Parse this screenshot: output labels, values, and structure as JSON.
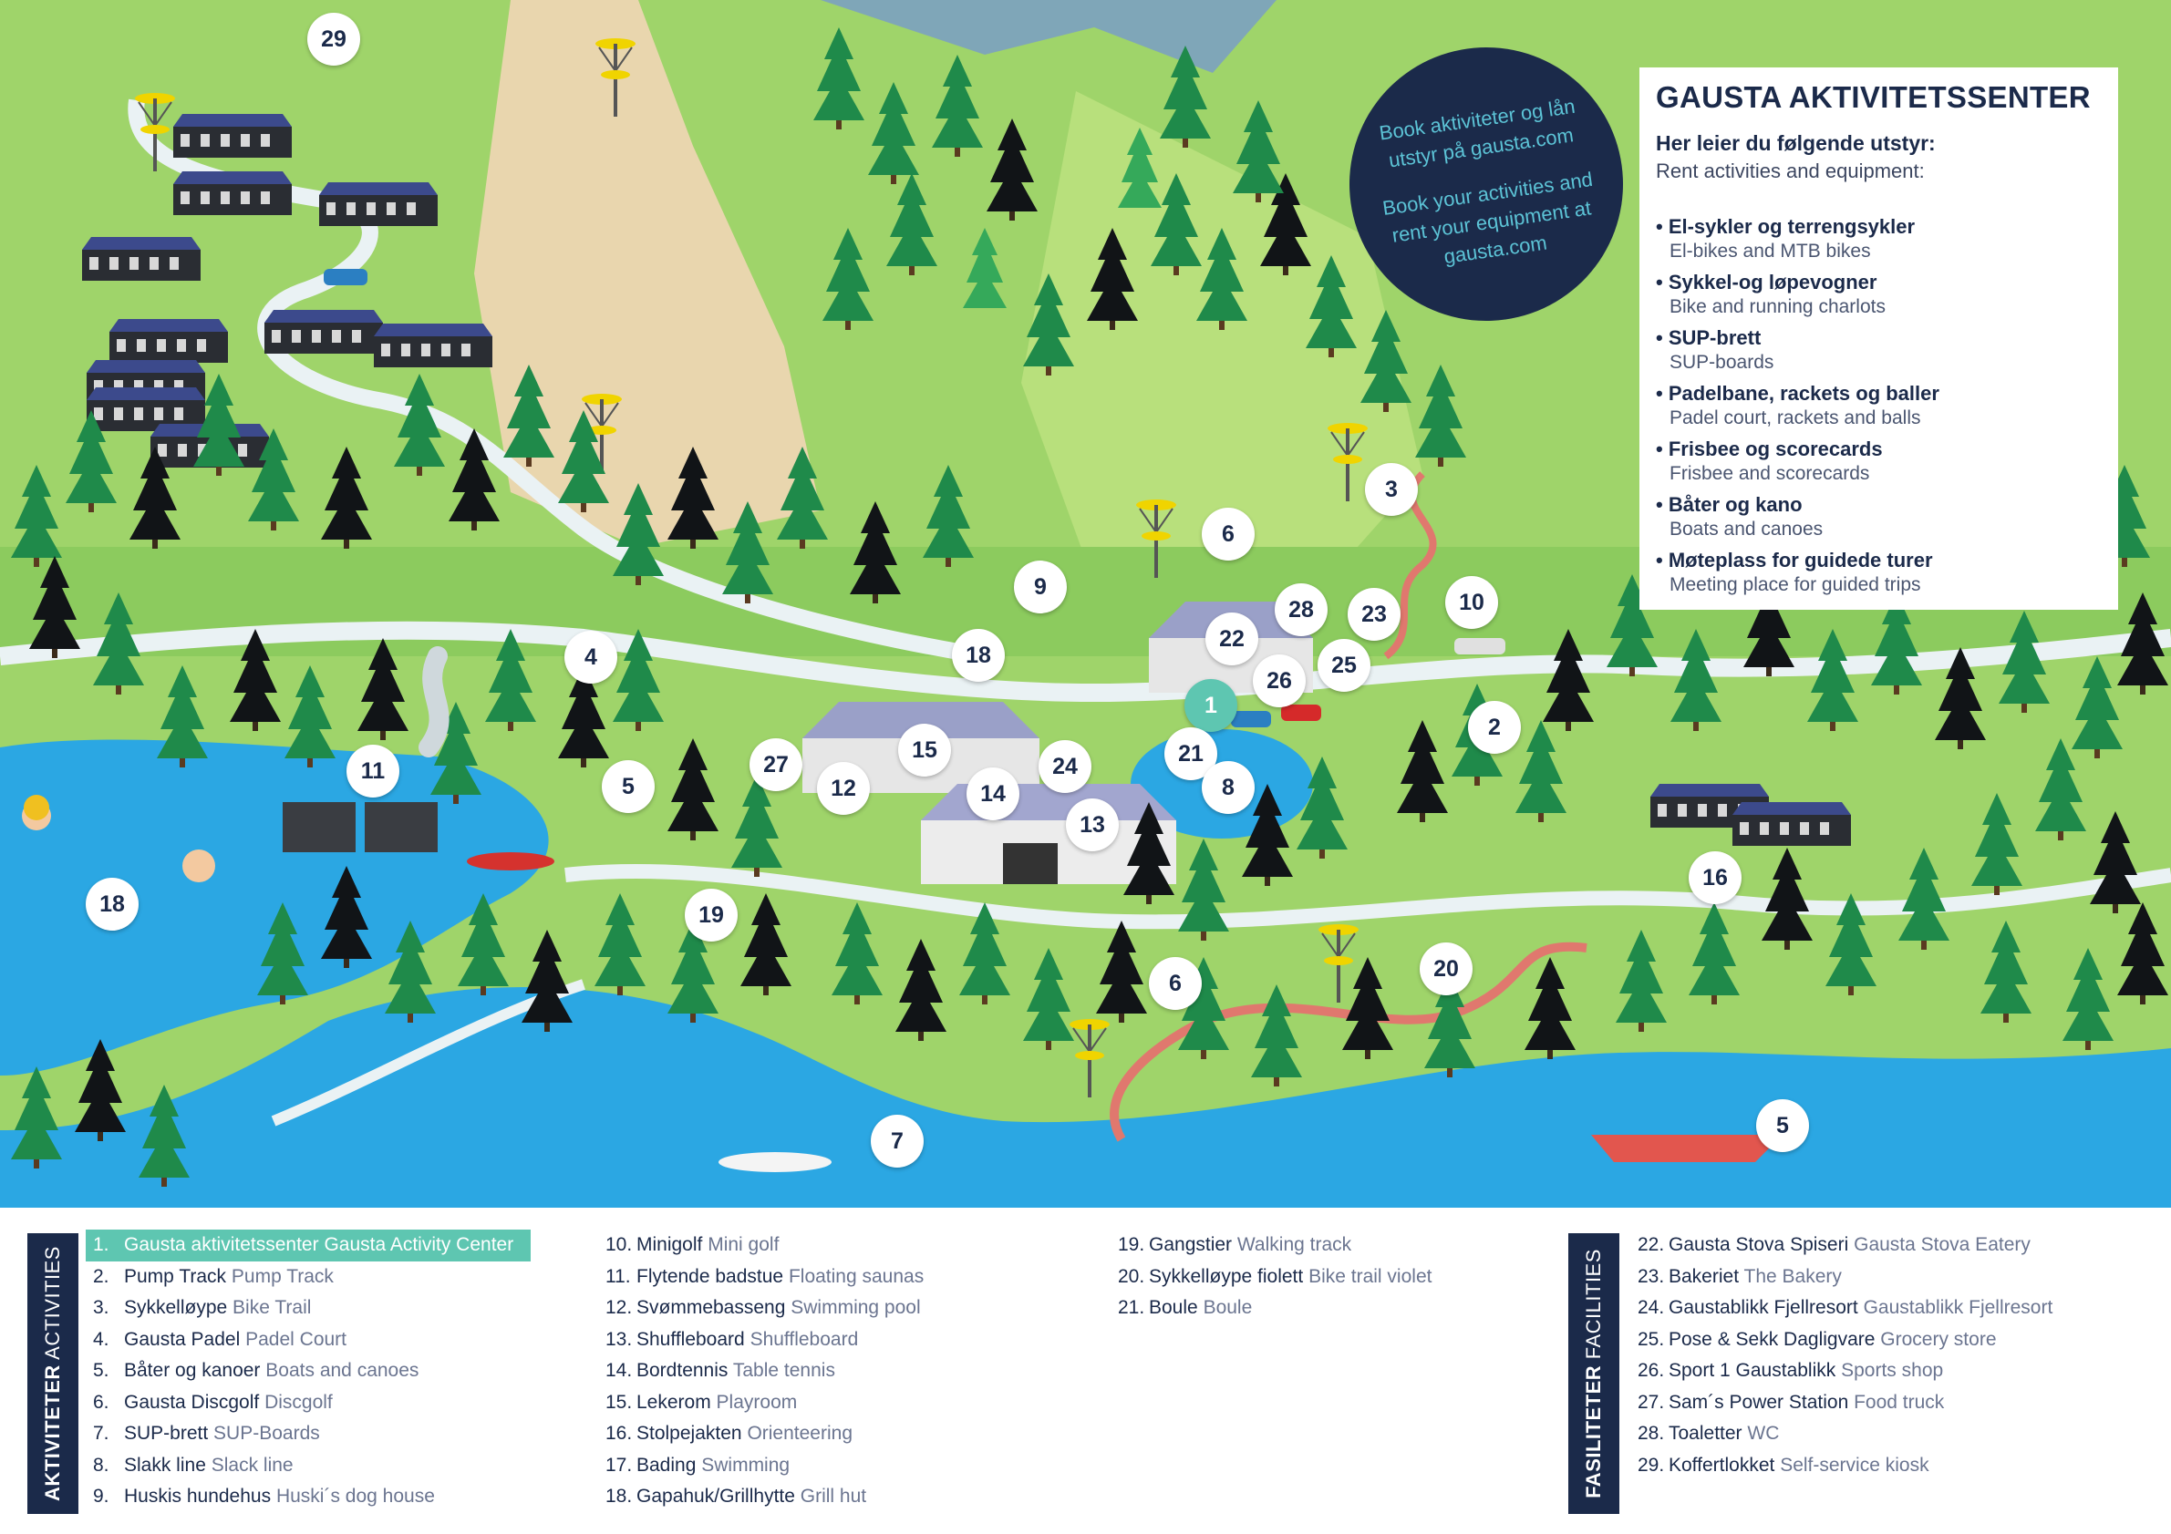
{
  "book_circle": {
    "no": "Book aktiviteter og lån utstyr på gausta.com",
    "en": "Book your activities and rent your equipment at gausta.com"
  },
  "info_box": {
    "title": "GAUSTA AKTIVITETSSENTER",
    "sub_no": "Her leier du følgende utstyr:",
    "sub_en": "Rent activities and equipment:",
    "items": [
      {
        "no": "• El-sykler og terrengsykler",
        "en": "El-bikes and MTB bikes"
      },
      {
        "no": "• Sykkel-og løpevogner",
        "en": "Bike and running charlots"
      },
      {
        "no": "• SUP-brett",
        "en": "SUP-boards"
      },
      {
        "no": "• Padelbane, rackets og baller",
        "en": "Padel court, rackets and balls"
      },
      {
        "no": "• Frisbee og scorecards",
        "en": "Frisbee and scorecards"
      },
      {
        "no": "• Båter og kano",
        "en": "Boats and canoes"
      },
      {
        "no": "• Møteplass for guidede turer",
        "en": "Meeting place for guided trips"
      }
    ]
  },
  "map_markers": [
    "29",
    "3",
    "6",
    "9",
    "18",
    "28",
    "22",
    "23",
    "10",
    "4",
    "26",
    "25",
    "1",
    "2",
    "11",
    "27",
    "15",
    "21",
    "5",
    "12",
    "14",
    "24",
    "8",
    "13",
    "18",
    "19",
    "16",
    "6",
    "20",
    "7",
    "5"
  ],
  "legend": {
    "activities_label_bold": "AKTIVITETER",
    "activities_label": "ACTIVITIES",
    "facilities_label_bold": "FASILITETER",
    "facilities_label": "FACILITIES",
    "col1": [
      {
        "n": "1.",
        "no": "Gausta aktivitetssenter",
        "en": "Gausta Activity Center"
      },
      {
        "n": "2.",
        "no": "Pump Track",
        "en": "Pump Track"
      },
      {
        "n": "3.",
        "no": "Sykkelløype",
        "en": "Bike Trail"
      },
      {
        "n": "4.",
        "no": "Gausta Padel",
        "en": "Padel Court"
      },
      {
        "n": "5.",
        "no": "Båter og kanoer",
        "en": "Boats and canoes"
      },
      {
        "n": "6.",
        "no": "Gausta Discgolf",
        "en": "Discgolf"
      },
      {
        "n": "7.",
        "no": "SUP-brett",
        "en": "SUP-Boards"
      },
      {
        "n": "8.",
        "no": "Slakk line",
        "en": "Slack line"
      },
      {
        "n": "9.",
        "no": "Huskis hundehus",
        "en": "Huski´s dog house"
      }
    ],
    "col2": [
      {
        "n": "10.",
        "no": "Minigolf",
        "en": "Mini golf"
      },
      {
        "n": "11.",
        "no": "Flytende badstue",
        "en": "Floating saunas"
      },
      {
        "n": "12.",
        "no": "Svømmebasseng",
        "en": "Swimming pool"
      },
      {
        "n": "13.",
        "no": "Shuffleboard",
        "en": "Shuffleboard"
      },
      {
        "n": "14.",
        "no": "Bordtennis",
        "en": "Table tennis"
      },
      {
        "n": "15.",
        "no": "Lekerom",
        "en": "Playroom"
      },
      {
        "n": "16.",
        "no": "Stolpejakten",
        "en": "Orienteering"
      },
      {
        "n": "17.",
        "no": "Bading",
        "en": "Swimming"
      },
      {
        "n": "18.",
        "no": "Gapahuk/Grillhytte",
        "en": "Grill hut"
      }
    ],
    "col3": [
      {
        "n": "19.",
        "no": "Gangstier",
        "en": "Walking track"
      },
      {
        "n": "20.",
        "no": "Sykkelløype fiolett",
        "en": "Bike trail violet"
      },
      {
        "n": "21.",
        "no": "Boule",
        "en": "Boule"
      }
    ],
    "col4": [
      {
        "n": "22.",
        "no": "Gausta Stova Spiseri",
        "en": "Gausta Stova Eatery"
      },
      {
        "n": "23.",
        "no": "Bakeriet",
        "en": "The Bakery"
      },
      {
        "n": "24.",
        "no": "Gaustablikk Fjellresort",
        "en": "Gaustablikk Fjellresort"
      },
      {
        "n": "25.",
        "no": "Pose & Sekk Dagligvare",
        "en": "Grocery store"
      },
      {
        "n": "26.",
        "no": "Sport 1 Gaustablikk",
        "en": "Sports shop"
      },
      {
        "n": "27.",
        "no": "Sam´s Power Station",
        "en": "Food truck"
      },
      {
        "n": "28.",
        "no": "Toaletter",
        "en": "WC"
      },
      {
        "n": "29.",
        "no": "Koffertlokket",
        "en": "Self-service kiosk"
      }
    ]
  }
}
